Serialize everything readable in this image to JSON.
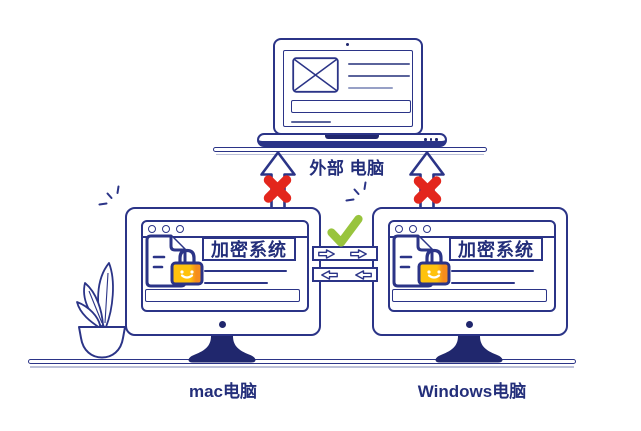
{
  "diagram": {
    "external_computer": {
      "label": "外部 电脑"
    },
    "mac_computer": {
      "label": "mac电脑",
      "screen_title": "加密系统"
    },
    "windows_computer": {
      "label": "Windows电脑",
      "screen_title": "加密系统"
    },
    "icons": {
      "blocked": "red-x-icon",
      "allowed": "green-check-icon",
      "lock": "padlock-smiley-icon",
      "file": "document-icon",
      "image_placeholder": "image-placeholder-icon",
      "plant": "potted-plant-icon"
    },
    "colors": {
      "outline_navy": "#2b3487",
      "solid_navy": "#20276d",
      "blocked_red": "#e3261d",
      "allowed_green": "#98c43d",
      "lock_yellow": "#ffc20d",
      "lock_orange": "#f68d1d"
    }
  }
}
